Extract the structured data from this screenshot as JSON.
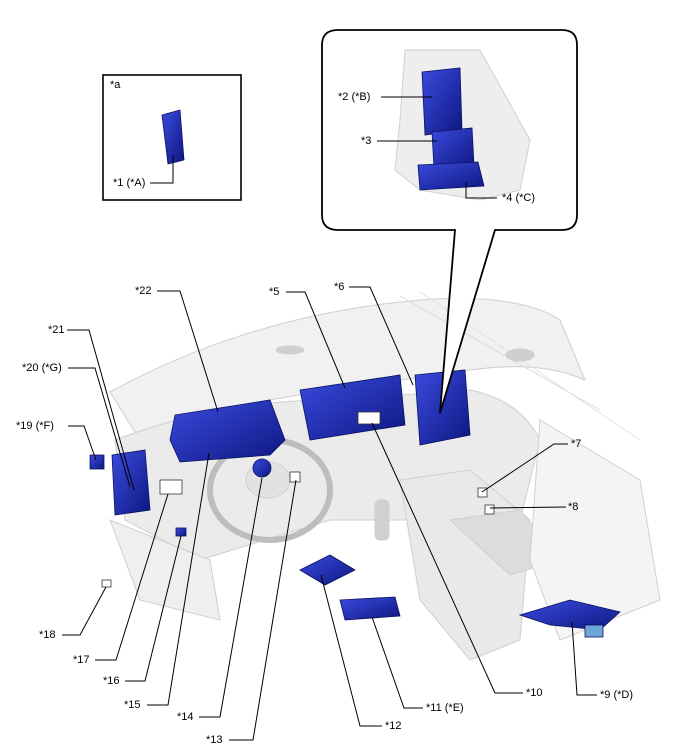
{
  "inset_a": {
    "tag": "*a",
    "item": "*1 (*A)"
  },
  "inset_b": {
    "items": [
      "*2 (*B)",
      "*3",
      "*4 (*C)"
    ]
  },
  "callouts": {
    "c5": "*5",
    "c6": "*6",
    "c7": "*7",
    "c8": "*8",
    "c9": "*9 (*D)",
    "c10": "*10",
    "c11": "*11 (*E)",
    "c12": "*12",
    "c13": "*13",
    "c14": "*14",
    "c15": "*15",
    "c16": "*16",
    "c17": "*17",
    "c18": "*18",
    "c19": "*19 (*F)",
    "c20": "*20 (*G)",
    "c21": "*21",
    "c22": "*22"
  },
  "colors": {
    "component": "#2233cc",
    "component_dark": "#101a80",
    "line": "#000000",
    "vehicle": "#d8d8d8",
    "vehicle_light": "#f0f0f0"
  }
}
